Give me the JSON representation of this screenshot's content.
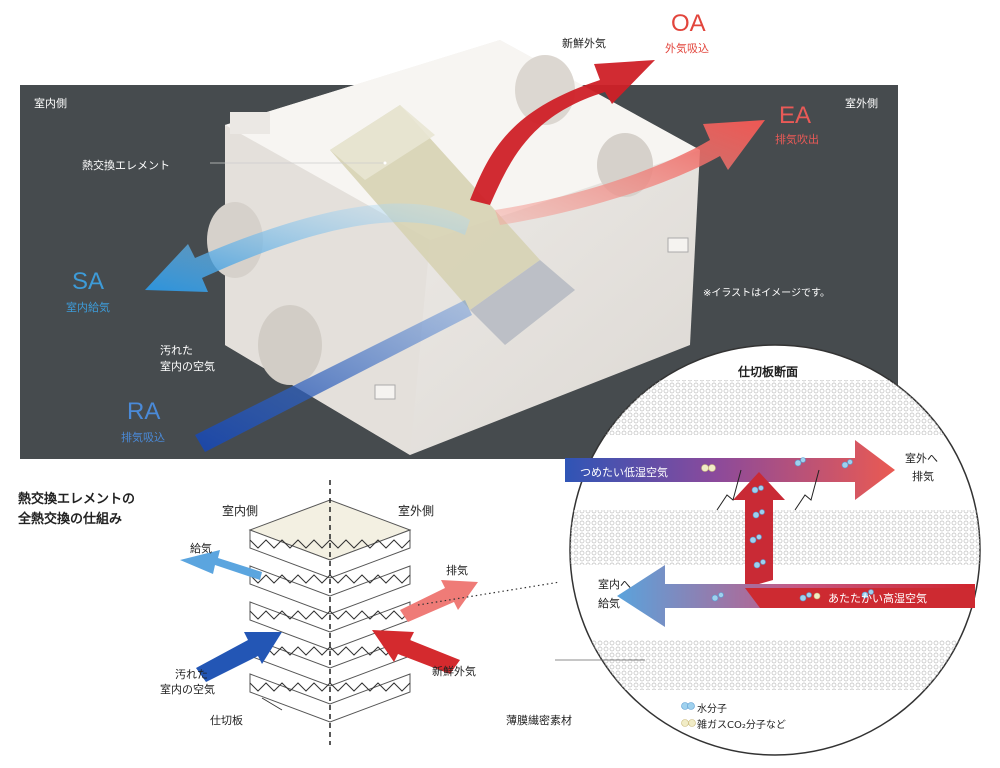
{
  "top": {
    "indoor_side": "室内側",
    "outdoor_side": "室外側",
    "element_label": "熱交換エレメント",
    "fresh_air": "新鮮外気",
    "oa": {
      "code": "OA",
      "desc": "外気吸込",
      "color": "#e2453c"
    },
    "ea": {
      "code": "EA",
      "desc": "排気吹出",
      "color": "#e95a57"
    },
    "sa": {
      "code": "SA",
      "desc": "室内給気",
      "color": "#3d9bd8"
    },
    "ra": {
      "code": "RA",
      "desc": "排気吸込",
      "color": "#2f62b8"
    },
    "dirty_air_line1": "汚れた",
    "dirty_air_line2": "室内の空気",
    "note": "※イラストはイメージです。"
  },
  "bottom": {
    "title_line1": "熱交換エレメントの",
    "title_line2": "全熱交換の仕組み",
    "indoor_side": "室内側",
    "outdoor_side": "室外側",
    "supply": "給気",
    "exhaust": "排気",
    "dirty_line1": "汚れた",
    "dirty_line2": "室内の空気",
    "fresh": "新鮮外気",
    "partition": "仕切板"
  },
  "circle": {
    "title": "仕切板断面",
    "cold_dry": "つめたい低湿空気",
    "to_outside_line1": "室外へ",
    "to_outside_line2": "排気",
    "warm_humid": "あたたかい高湿空気",
    "to_inside_line1": "室内へ",
    "to_inside_line2": "給気",
    "membrane": "薄膜繊密素材",
    "legend_water": "水分子",
    "legend_gas": "雑ガスCO₂分子など"
  }
}
